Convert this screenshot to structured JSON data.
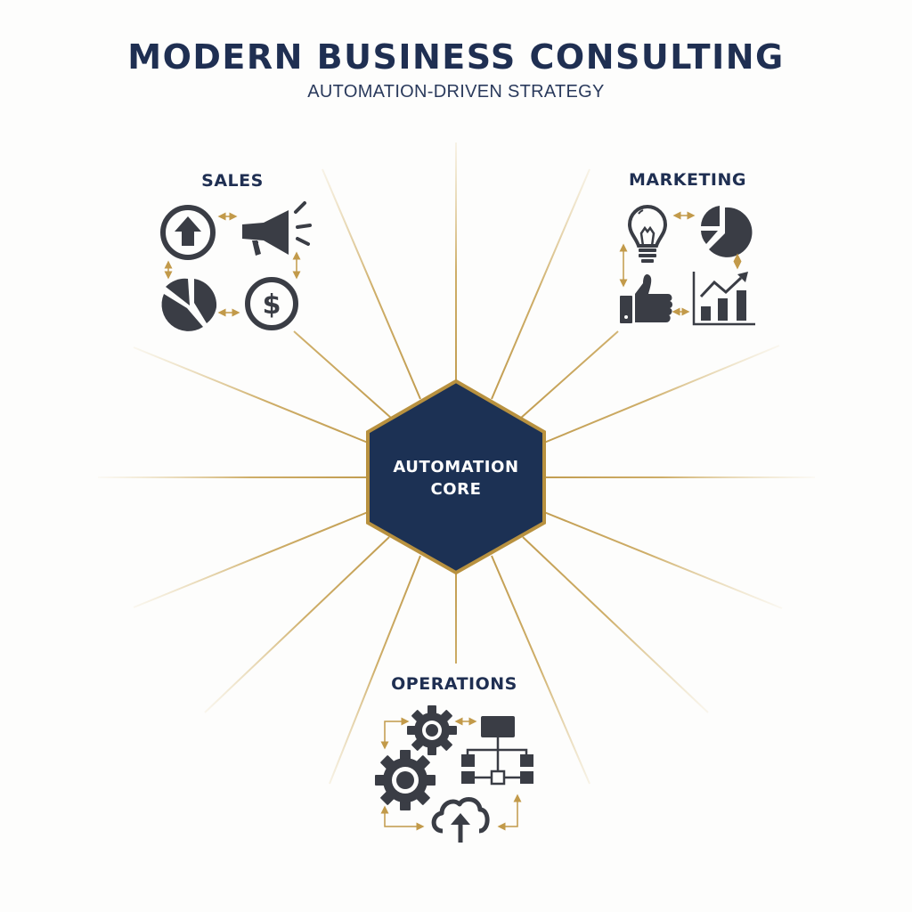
{
  "header": {
    "title": "MODERN BUSINESS CONSULTING",
    "subtitle": "AUTOMATION-DRIVEN STRATEGY"
  },
  "core": {
    "line1": "AUTOMATION",
    "line2": "CORE",
    "shape": "hexagon",
    "fill_color": "#1c3154",
    "border_color": "#b8913f"
  },
  "rays": {
    "count": 16,
    "color": "#c29a4a"
  },
  "sections": [
    {
      "label": "SALES",
      "icons": [
        "arrow-up-circle-icon",
        "megaphone-icon",
        "pie-chart-icon",
        "dollar-circle-icon"
      ]
    },
    {
      "label": "MARKETING",
      "icons": [
        "lightbulb-icon",
        "pie-chart-icon",
        "thumbs-up-icon",
        "bar-chart-growth-icon"
      ]
    },
    {
      "label": "OPERATIONS",
      "icons": [
        "gear-icon",
        "gear-icon",
        "org-chart-icon",
        "cloud-upload-icon"
      ]
    }
  ],
  "colors": {
    "navy": "#1f2f52",
    "icon_dark": "#3a3d45",
    "gold": "#c29a4a",
    "background": "#fdfdfc"
  }
}
